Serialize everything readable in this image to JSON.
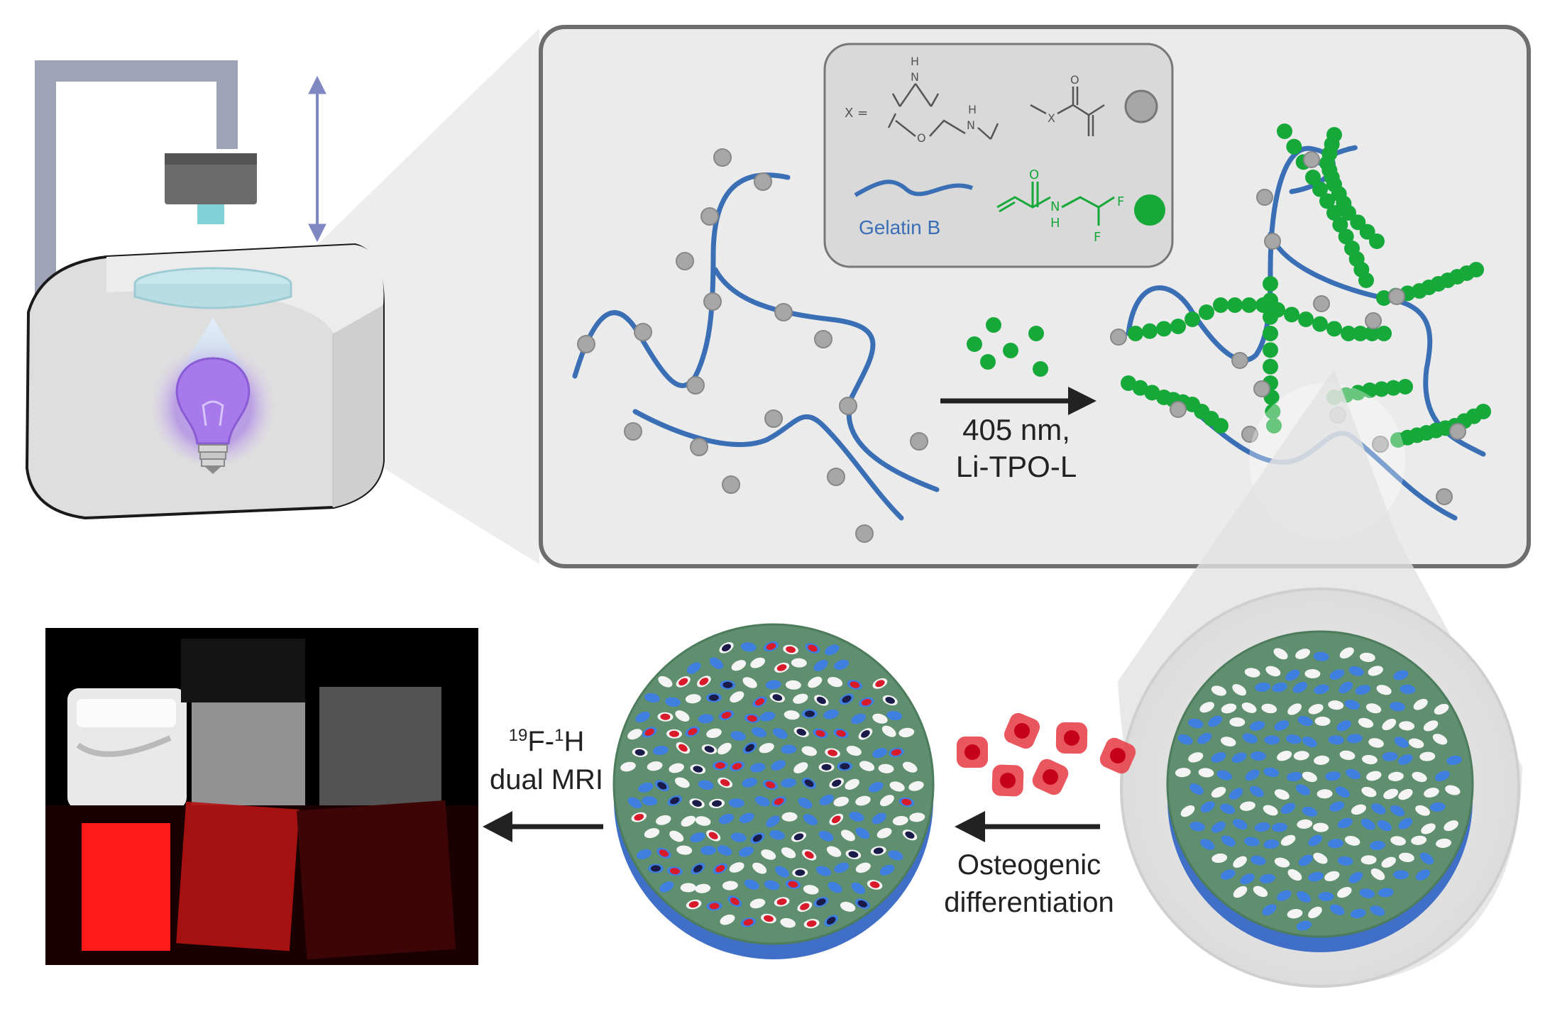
{
  "legend": {
    "x_equals": "X =",
    "h_atom_1": "H",
    "n_atom_1": "N",
    "o_atom": "O",
    "h_atom_2": "H",
    "n_atom_2": "N",
    "x_atom": "X",
    "o_atom_carbonyl": "O",
    "gelatin_label": "Gelatin B",
    "green_o_atom": "O",
    "green_n_atom": "N",
    "green_h_atom": "H",
    "green_f_atom_1": "F",
    "green_f_atom_2": "F"
  },
  "reaction": {
    "wavelength": "405 nm,",
    "initiator": "Li-TPO-L"
  },
  "mri_arrow": {
    "line1_f_sup": "19",
    "line1_f": "F-",
    "line1_h_sup": "1",
    "line1_h": "H",
    "line2": "dual MRI"
  },
  "osteo_arrow": {
    "line1": "Osteogenic",
    "line2": "differentiation"
  },
  "colors": {
    "gelatin_blue": "#3a6fb5",
    "methacrylate_gray": "#a7a7a7",
    "fluoro_monomer_green": "#17a83a",
    "mri_red": "#ff1a1a",
    "scaffold_green": "#5f8f6e",
    "cell_red": "#e8444c"
  }
}
